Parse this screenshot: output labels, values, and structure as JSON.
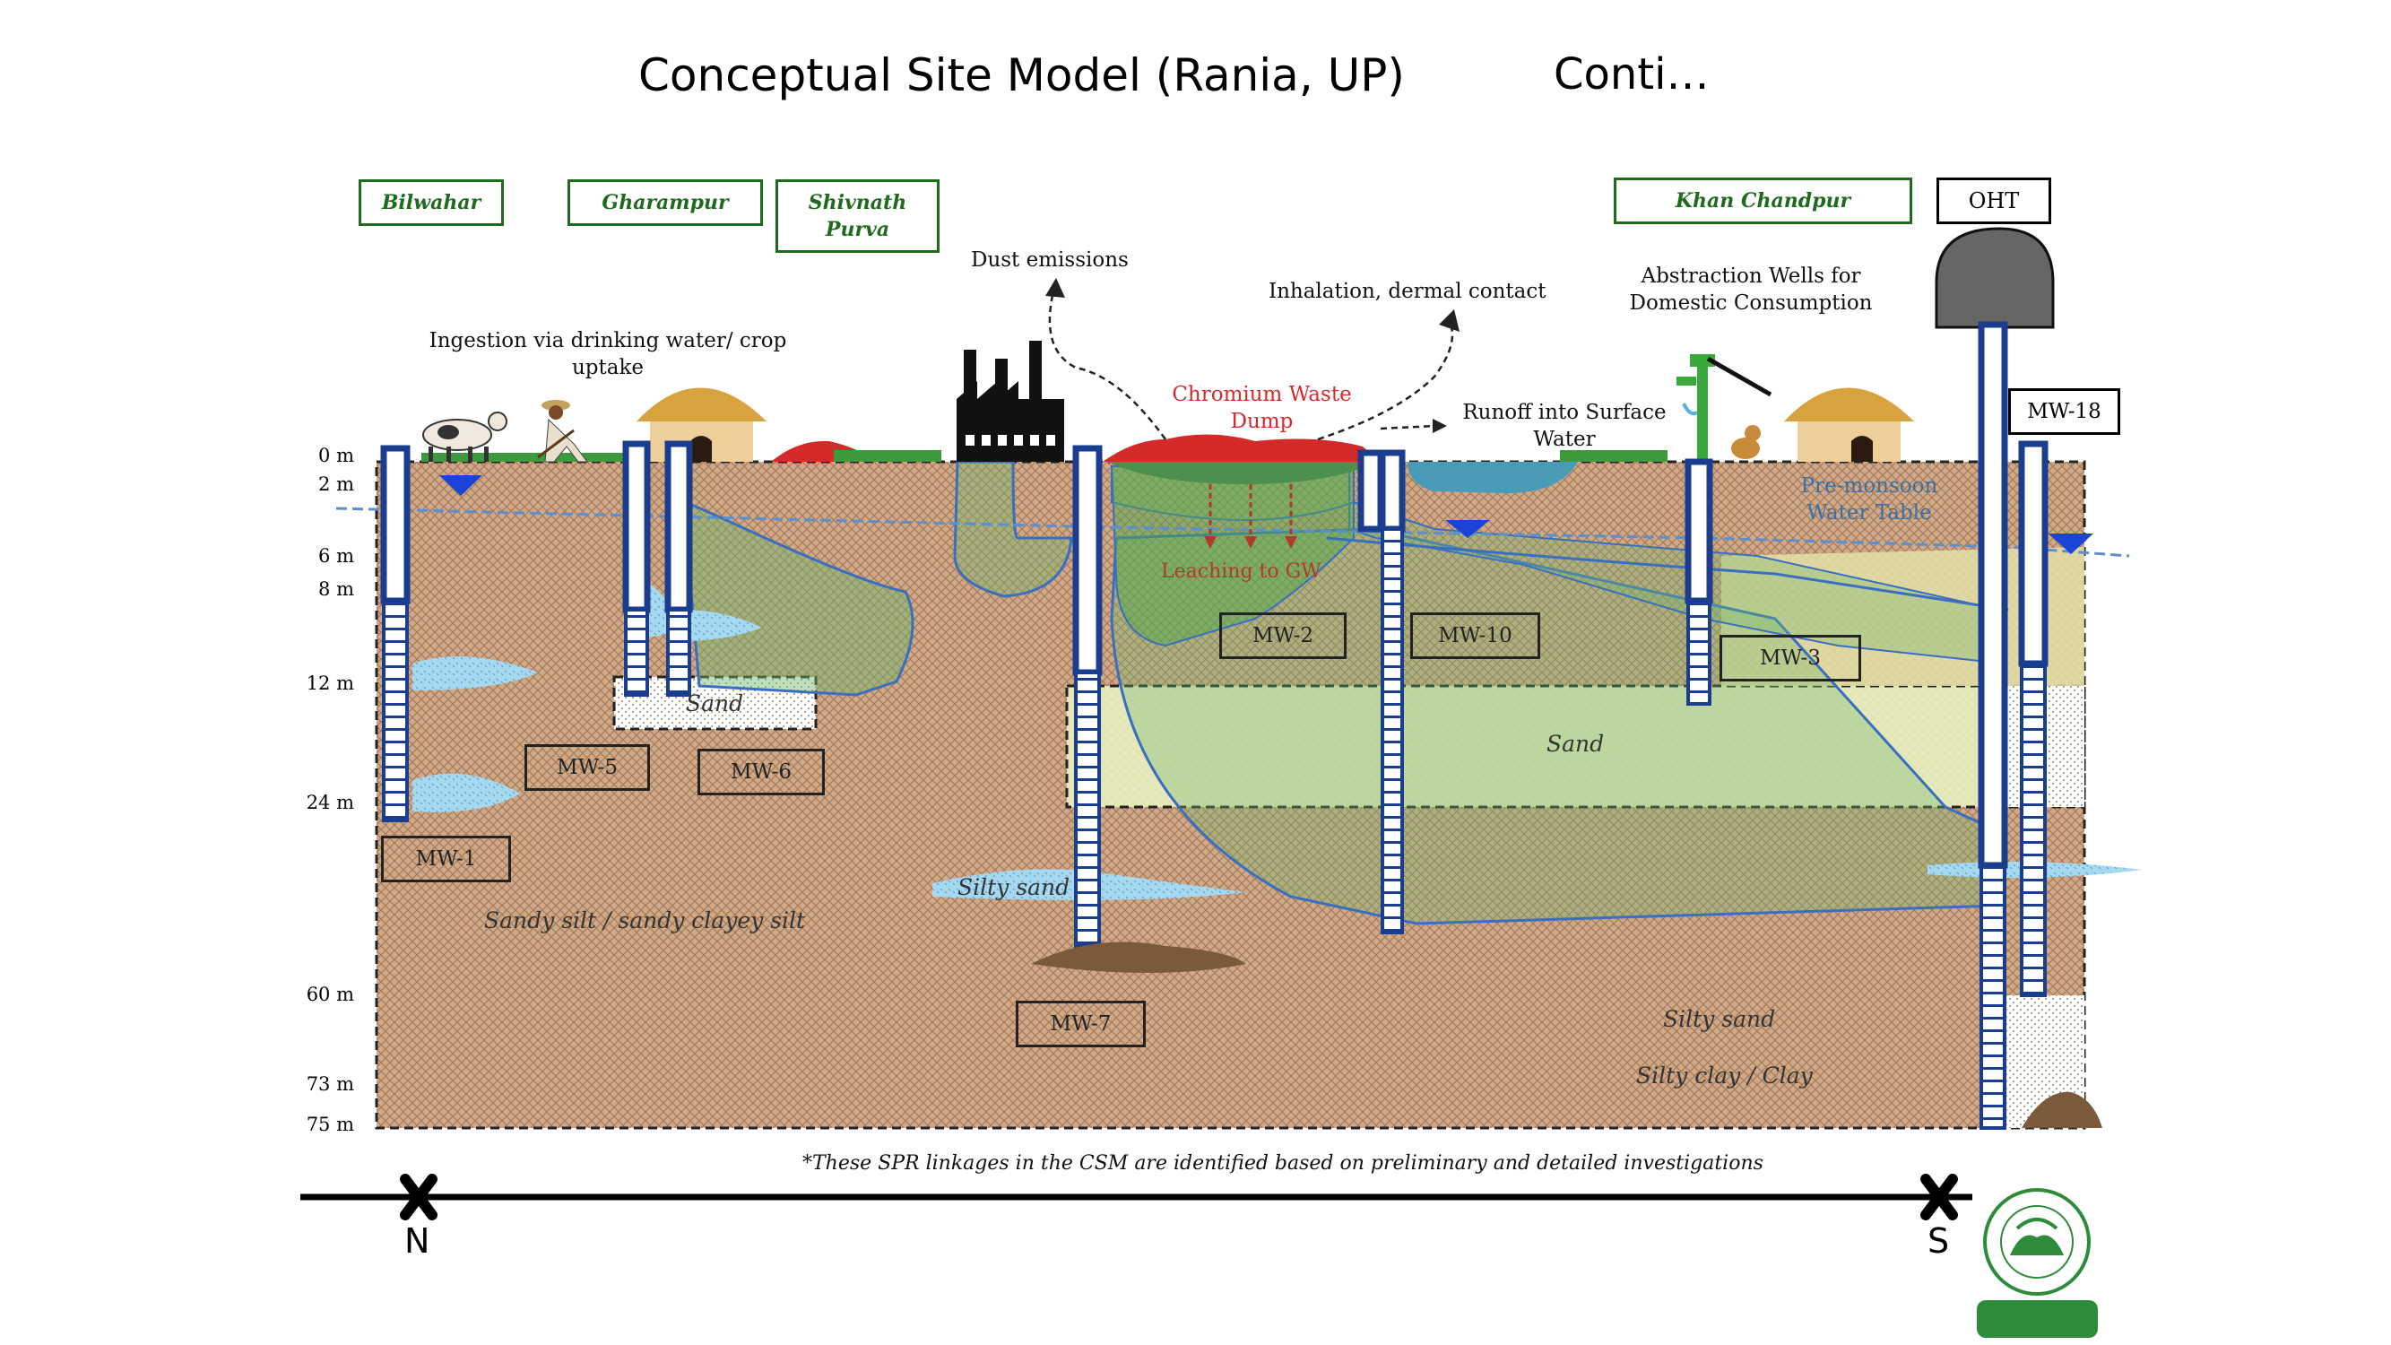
{
  "title": "Conceptual Site Model (Rania, UP)",
  "subtitle": "Conti…",
  "villages": [
    "Bilwahar",
    "Gharampur",
    "Shivnath Purva",
    "Khan Chandpur"
  ],
  "oht_label": "OHT",
  "annotations": {
    "dust": "Dust emissions",
    "inhalation": "Inhalation, dermal contact",
    "abstraction": "Abstraction Wells for Domestic Consumption",
    "ingestion": "Ingestion via drinking water/ crop uptake",
    "dump": "Chromium Waste Dump",
    "runoff": "Runoff into Surface Water",
    "water_table": "Pre-monsoon Water Table",
    "leaching": "Leaching to GW"
  },
  "depths": [
    "0 m",
    "2 m",
    "6 m",
    "8 m",
    "12 m",
    "24 m",
    "60 m",
    "73 m",
    "75 m"
  ],
  "wells": [
    "MW-1",
    "MW-5",
    "MW-6",
    "MW-7",
    "MW-2",
    "MW-10",
    "MW-3",
    "MW-18"
  ],
  "soil": {
    "sand1": "Sand",
    "sand2": "Sand",
    "silty_sand1": "Silty sand",
    "sandy_silt": "Sandy silt / sandy clayey silt",
    "silty_sand2": "Silty sand",
    "silty_clay": "Silty clay / Clay"
  },
  "footnote": "*These SPR linkages in the CSM are identified based on preliminary and detailed investigations",
  "directions": {
    "north": "N",
    "south": "S"
  },
  "colors": {
    "village_border": "#1e6b1e",
    "dump": "#d42a2a",
    "groundwater": "#3a7cc8",
    "plume": "#6fb86f",
    "soil": "#c8a47e"
  }
}
